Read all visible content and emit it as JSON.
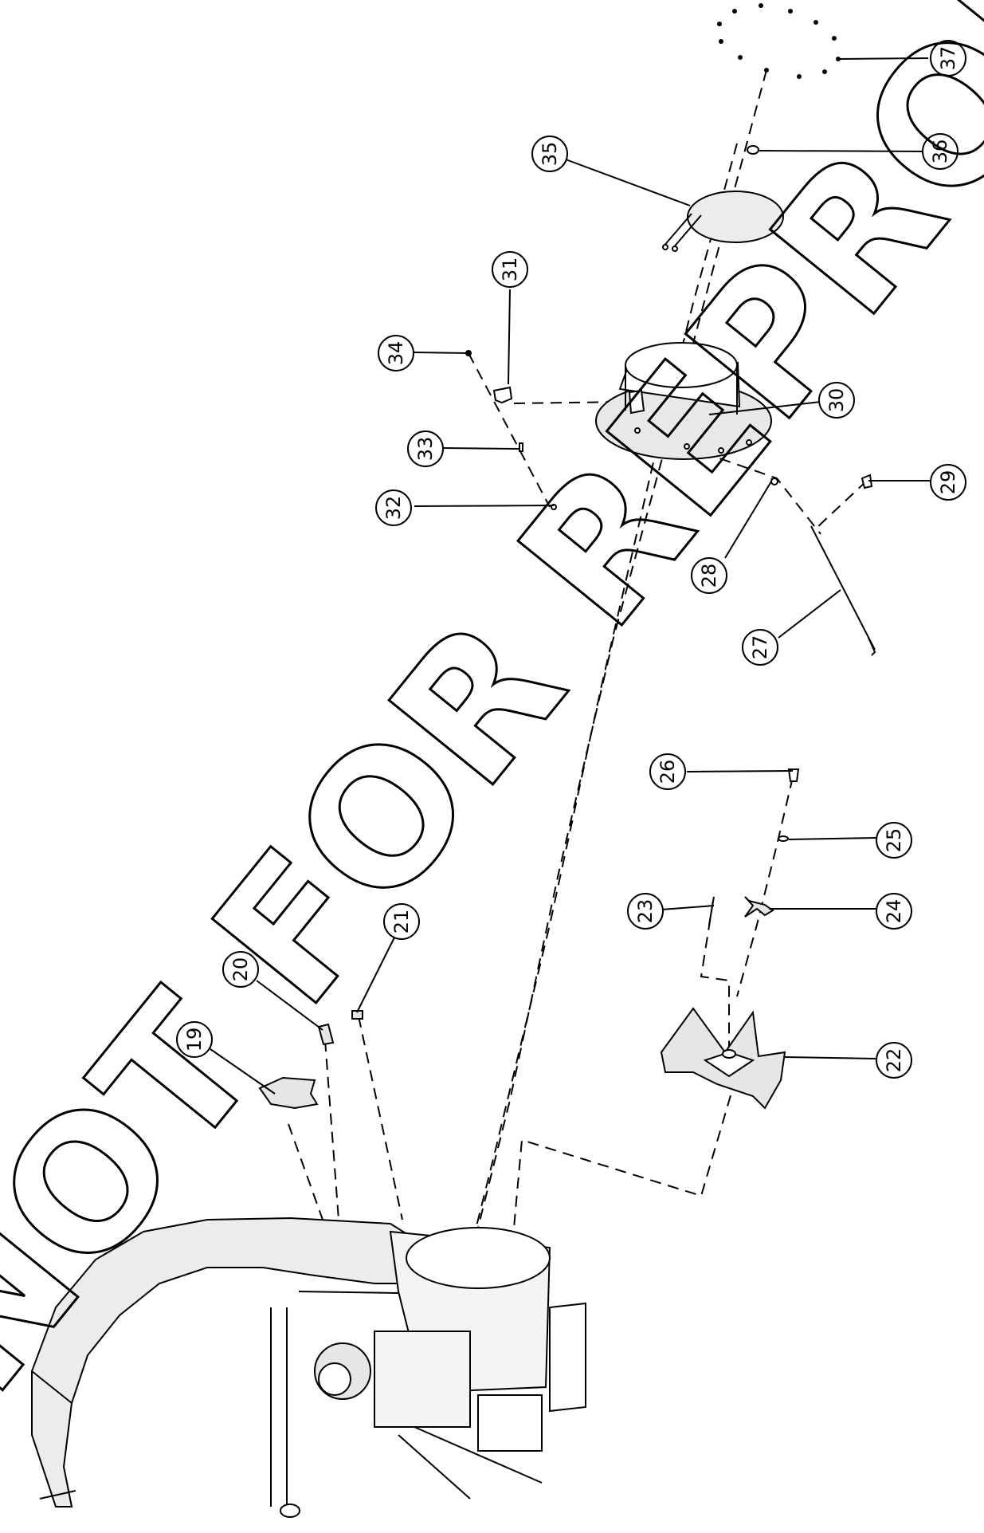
{
  "watermark": "NOT FOR REPRODUCTION",
  "callouts": [
    "19",
    "20",
    "21",
    "22",
    "23",
    "24",
    "25",
    "26",
    "27",
    "28",
    "29",
    "30",
    "31",
    "32",
    "33",
    "34",
    "35",
    "36",
    "37"
  ],
  "colors": {
    "line": "#000000",
    "shading": "#d9d9d9",
    "background": "#ffffff"
  }
}
